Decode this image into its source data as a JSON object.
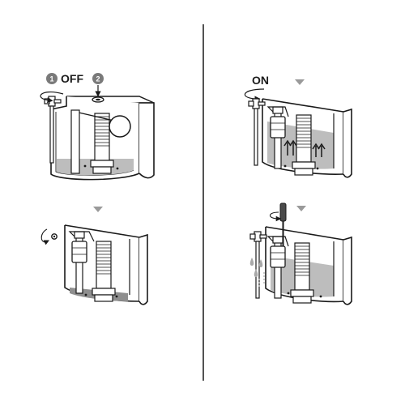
{
  "step1": {
    "badge1": "1",
    "label_off": "OFF",
    "badge2": "2"
  },
  "step3": {
    "label_on": "ON"
  },
  "colors": {
    "line": "#1a1a1a",
    "water": "#bdbdbd",
    "floor": "#8f8f8f",
    "badge": "#7a7a7a",
    "arrow": "#9a9a9a",
    "drop": "#a8a8a8"
  }
}
